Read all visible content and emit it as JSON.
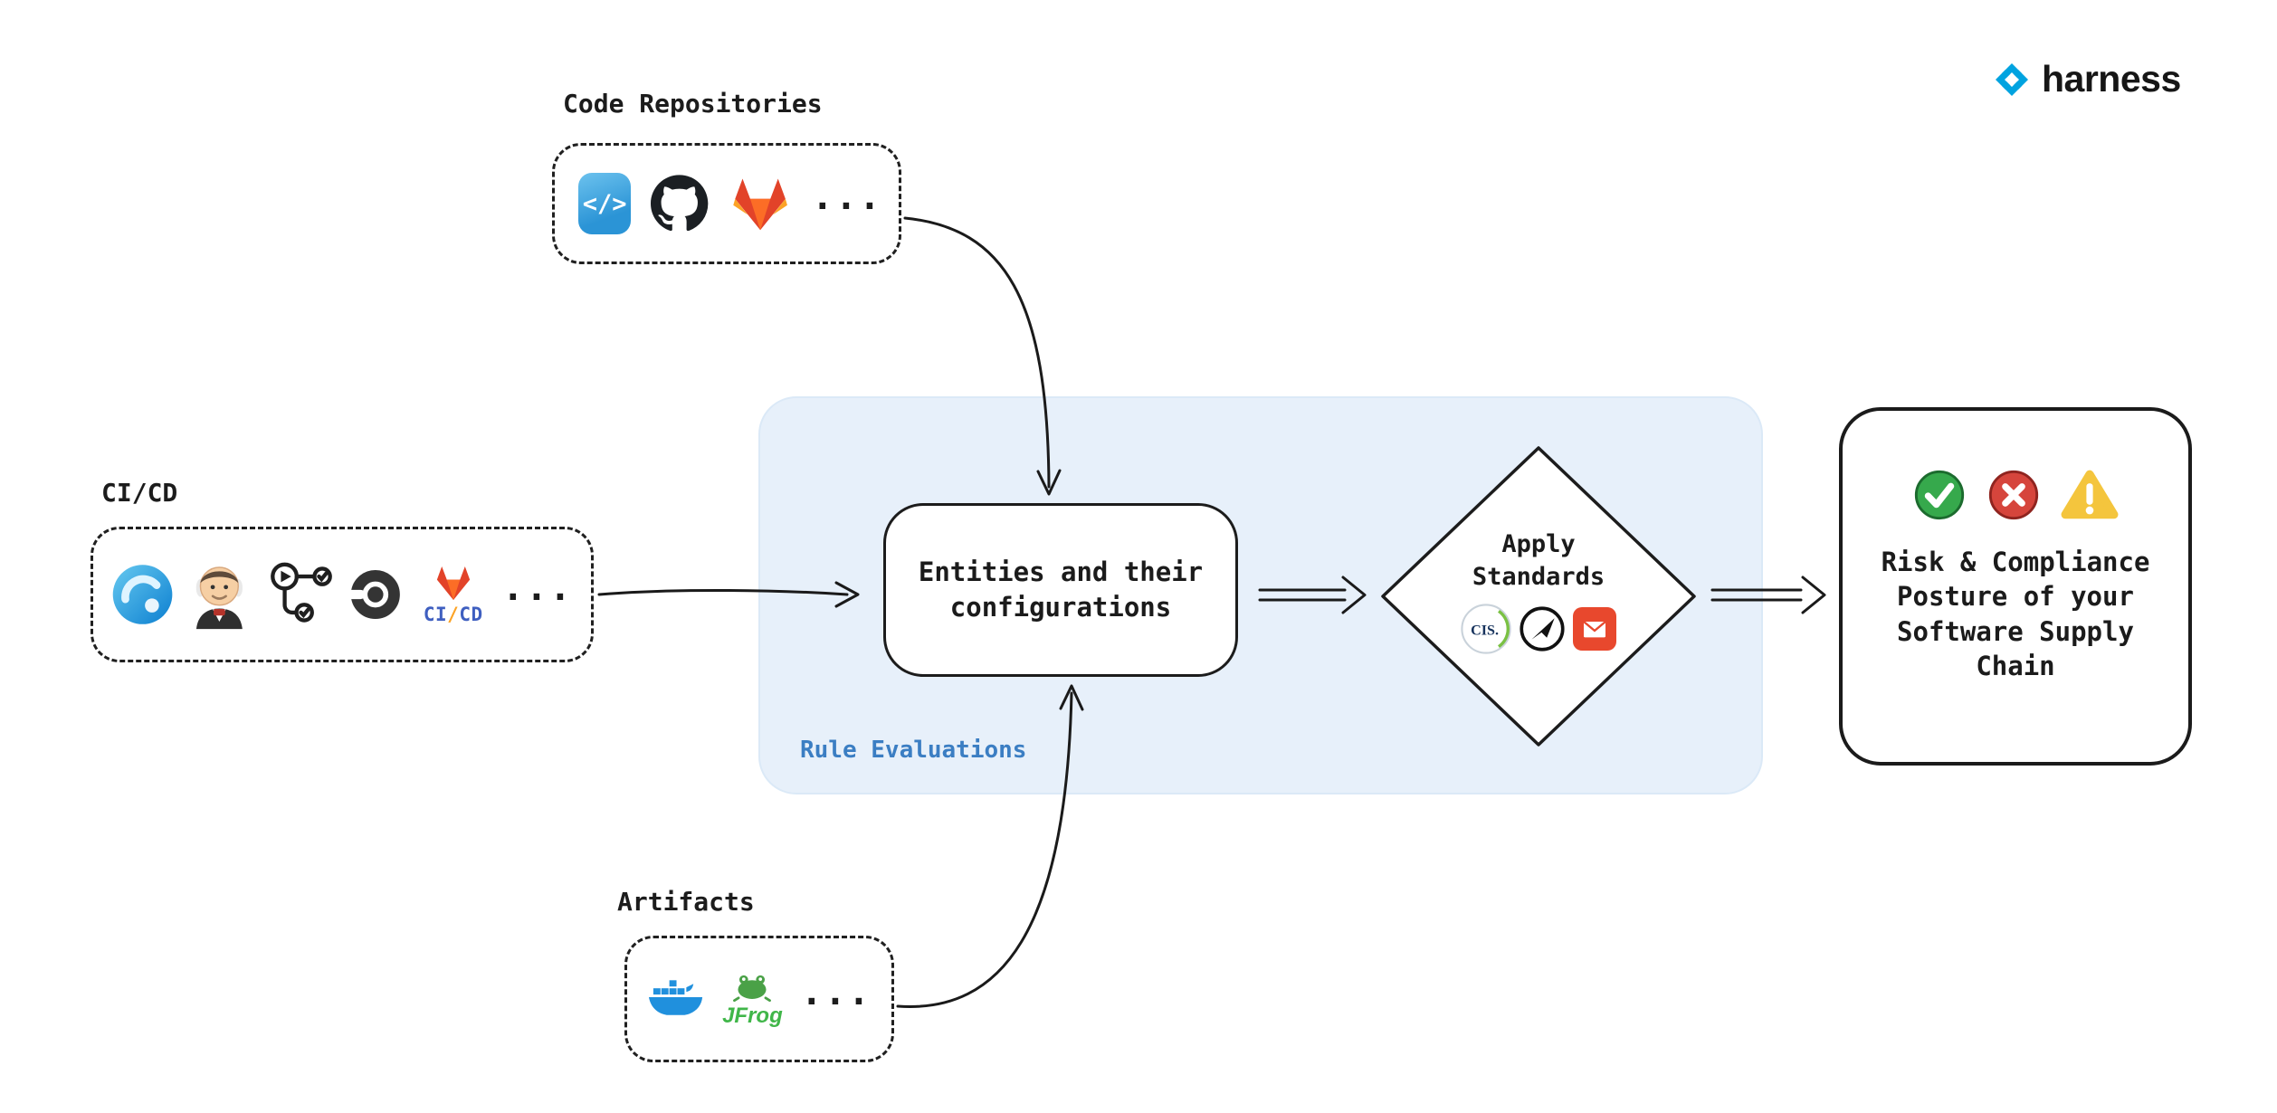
{
  "logo": {
    "brand": "harness"
  },
  "code_repositories": {
    "label": "Code Repositories",
    "more": "...",
    "icons": [
      "azure-repos-icon",
      "github-icon",
      "gitlab-icon"
    ]
  },
  "cicd": {
    "label": "CI/CD",
    "more": "...",
    "icons": [
      "harness-ci-icon",
      "jenkins-icon",
      "workflow-icon",
      "circleci-icon",
      "gitlab-cicd-icon"
    ],
    "gitlab_badge": {
      "ci": "CI",
      "slash": "/",
      "cd": "CD"
    }
  },
  "artifacts": {
    "label": "Artifacts",
    "more": "...",
    "icons": [
      "docker-icon",
      "jfrog-icon"
    ],
    "jfrog_label": "JFrog"
  },
  "rule_evaluations": {
    "panel_label": "Rule Evaluations",
    "entities_box": "Entities and their configurations",
    "diamond": {
      "title": "Apply Standards",
      "cis": "CIS.",
      "icons": [
        "cis-icon",
        "owasp-icon",
        "orange-standard-icon"
      ]
    }
  },
  "result": {
    "text": "Risk & Compliance Posture of your Software Supply Chain",
    "icons": [
      "check-icon",
      "error-icon",
      "warning-icon"
    ]
  },
  "colors": {
    "ink": "#1c1c1c",
    "panel_bg": "#e7f0fa",
    "rule_label": "#3b7ec3",
    "harness_blue": "#00a3e0",
    "success": "#36a94c",
    "error": "#d6453c",
    "warning": "#f4c53d"
  }
}
